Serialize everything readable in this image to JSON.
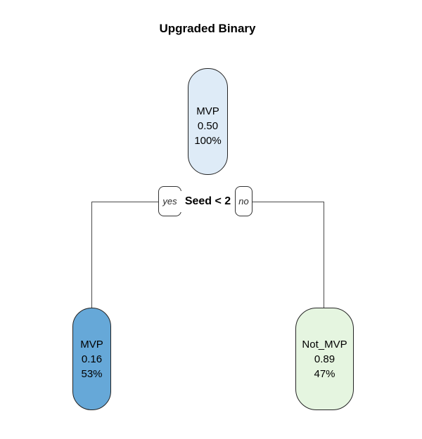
{
  "title": "Upgraded Binary",
  "split": {
    "condition": "Seed < 2",
    "yes_label": "yes",
    "no_label": "no"
  },
  "nodes": {
    "root": {
      "class": "MVP",
      "probability": "0.50",
      "coverage": "100%",
      "fill": "#DEEBF7"
    },
    "left": {
      "class": "MVP",
      "probability": "0.16",
      "coverage": "53%",
      "fill": "#66A8D8"
    },
    "right": {
      "class": "Not_MVP",
      "probability": "0.89",
      "coverage": "47%",
      "fill": "#E5F5E0"
    }
  },
  "colors": {
    "background": "#FFFFFF",
    "node_border": "#242424",
    "branch_line": "#4A4A4A",
    "text": "#000000"
  }
}
